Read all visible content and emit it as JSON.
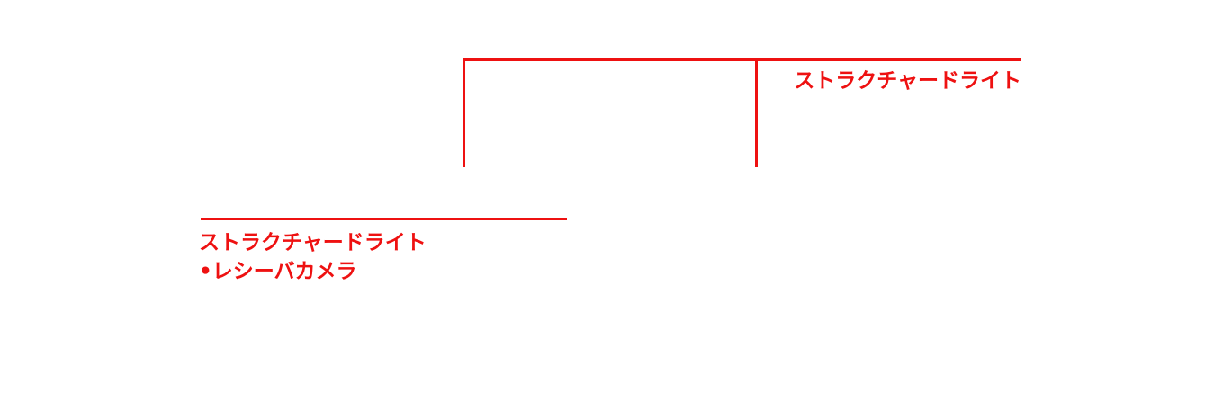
{
  "accent_color": "#ee1111",
  "callouts": {
    "top_right": {
      "label": "ストラクチャードライト"
    },
    "bottom_left": {
      "label": "ストラクチャードライト",
      "sublabel": "•レシーバカメラ"
    }
  }
}
